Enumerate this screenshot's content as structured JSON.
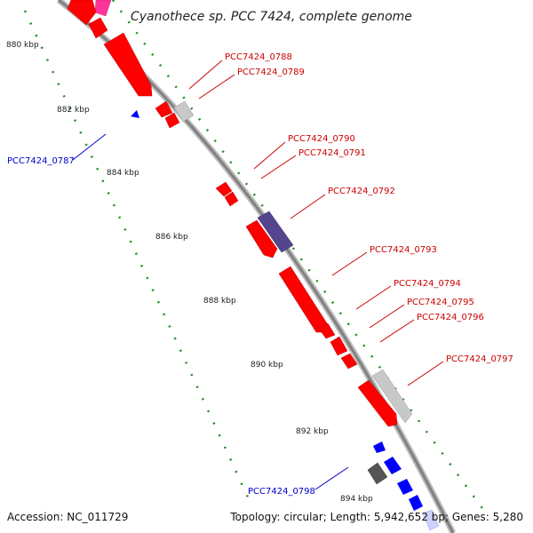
{
  "title": "Cyanothece sp. PCC 7424, complete genome",
  "footer": {
    "accession": "Accession: NC_011729",
    "topology": "Topology: circular; Length: 5,942,652 bp; Genes: 5,280"
  },
  "ticks": [
    "880 kbp",
    "882 kbp",
    "884 kbp",
    "886 kbp",
    "888 kbp",
    "890 kbp",
    "892 kbp",
    "894 kbp"
  ],
  "gene_labels": {
    "g0787": "PCC7424_0787",
    "g0788": "PCC7424_0788",
    "g0789": "PCC7424_0789",
    "g0790": "PCC7424_0790",
    "g0791": "PCC7424_0791",
    "g0792": "PCC7424_0792",
    "g0793": "PCC7424_0793",
    "g0794": "PCC7424_0794",
    "g0795": "PCC7424_0795",
    "g0796": "PCC7424_0796",
    "g0797": "PCC7424_0797",
    "g0798": "PCC7424_0798"
  },
  "colors": {
    "forward_gene": "#ff0000",
    "reverse_gene": "#0000ff",
    "rna_gene": "#c8c8c8",
    "other_gene": "#55458f",
    "pink_gene": "#ff3399",
    "backbone": "#8c8c8c",
    "gc_track": "#228b22",
    "red_label": "#cc0000",
    "blue_label": "#0000cc"
  }
}
